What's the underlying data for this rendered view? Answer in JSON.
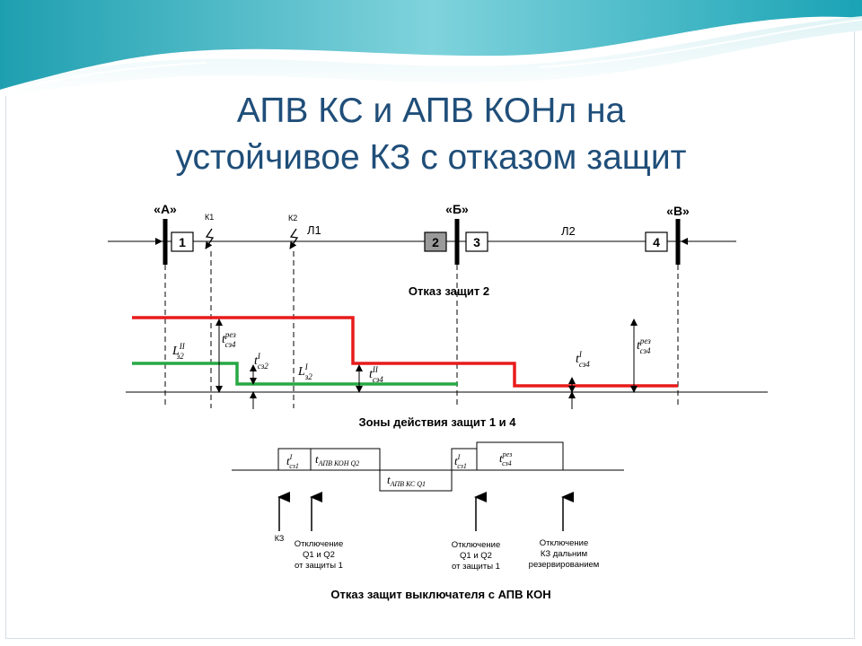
{
  "title": {
    "line1": "АПВ КС и АПВ КОНл на",
    "line2": "устойчивое КЗ с отказом защит"
  },
  "colors": {
    "title": "#1f4e79",
    "red_line": "#e81b1b",
    "green_line": "#27a844",
    "breaker_2": "#9a9a9a"
  },
  "substations": {
    "a": "«А»",
    "b": "«Б»",
    "v": "«В»"
  },
  "faults": {
    "k1": "К1",
    "k2": "К2"
  },
  "lines": {
    "l1": "Л1",
    "l2": "Л2"
  },
  "breakers": [
    "1",
    "2",
    "3",
    "4"
  ],
  "heading_fault2": "Отказ защит 2",
  "graph_labels": {
    "L2II": {
      "base": "L",
      "sup": "II",
      "sub": "з2"
    },
    "t4rez_left": {
      "base": "t",
      "sup": "рез",
      "sub": "сз4"
    },
    "t2I": {
      "base": "t",
      "sup": "I",
      "sub": "сз2"
    },
    "L2I": {
      "base": "L",
      "sup": "I",
      "sub": "з2"
    },
    "t4II": {
      "base": "t",
      "sup": "II",
      "sub": "сз4"
    },
    "t4I": {
      "base": "t",
      "sup": "I",
      "sub": "сз4"
    },
    "t4rez_right": {
      "base": "t",
      "sup": "рез",
      "sub": "сз4"
    }
  },
  "heading_zones": "Зоны действия защит 1 и 4",
  "timeline": {
    "t1I_a": {
      "base": "t",
      "sup": "I",
      "sub": "сз1"
    },
    "tAPV_KON": {
      "base": "t",
      "sub": "АПВ КОН Q2"
    },
    "tAPV_KS": {
      "base": "t",
      "sub": "АПВ КС Q1"
    },
    "t1I_b": {
      "base": "t",
      "sup": "I",
      "sub": "сз1"
    },
    "t4rez": {
      "base": "t",
      "sup": "рез",
      "sub": "сз4"
    }
  },
  "events": {
    "kz": "КЗ",
    "off1": [
      "Отключение",
      "Q1 и Q2",
      "от защиты 1"
    ],
    "off2": [
      "Отключение",
      "Q1 и Q2",
      "от защиты 1"
    ],
    "off3": [
      "Отключение",
      "КЗ дальним",
      "резервированием"
    ]
  },
  "caption": "Отказ защит выключателя с АПВ КОН"
}
